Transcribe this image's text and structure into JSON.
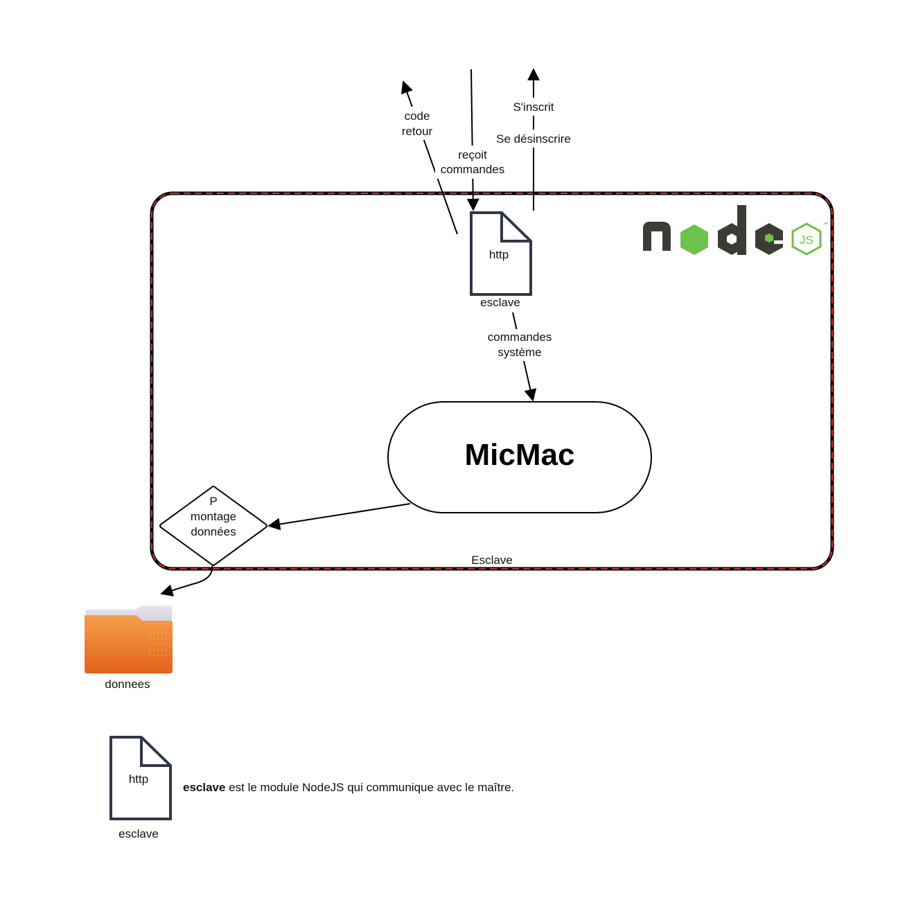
{
  "container": {
    "label": "Esclave"
  },
  "http_node": {
    "inner_label": "http",
    "caption": "esclave"
  },
  "edges": {
    "code_retour": [
      "code",
      "retour"
    ],
    "recoit": [
      "reçoit",
      "commandes"
    ],
    "sinscrit": "S'inscrit",
    "desinscrire": "Se désinscrire",
    "commandes_systeme": [
      "commandes",
      "système"
    ]
  },
  "micmac": {
    "label": "MicMac"
  },
  "diamond": {
    "lines": [
      "P",
      "montage",
      "données"
    ]
  },
  "folder": {
    "caption": "donnees"
  },
  "logo": {
    "text": "node",
    "badge": "JS",
    "tm": "™"
  },
  "legend": {
    "inner_label": "http",
    "caption": "esclave",
    "term": "esclave",
    "description": " est le module NodeJS qui communique avec le maître."
  },
  "colors": {
    "dash_red": "#d0342c",
    "doc_stroke": "#2f3847",
    "node_dark": "#3c3c37",
    "node_green": "#6cc24a",
    "folder_orange": "#f07d2d"
  }
}
